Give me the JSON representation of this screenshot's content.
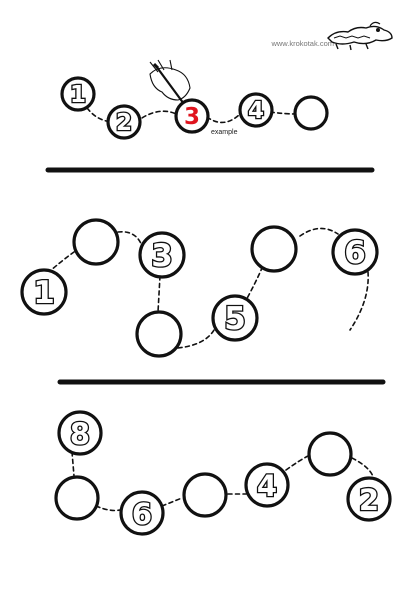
{
  "header": {
    "website": "www.krokotak.com",
    "logo_icon": "crocodile-logo-icon"
  },
  "example_row": {
    "caption": "example",
    "numbers": [
      "1",
      "2",
      "3",
      "4",
      ""
    ],
    "highlight_color": "#e0141e",
    "hand_icon": "hand-with-pencil-icon"
  },
  "row2": {
    "numbers": [
      "1",
      "",
      "3",
      "",
      "5",
      "",
      "6"
    ]
  },
  "row3": {
    "numbers": [
      "8",
      "",
      "6",
      "",
      "4",
      "",
      "2"
    ]
  }
}
